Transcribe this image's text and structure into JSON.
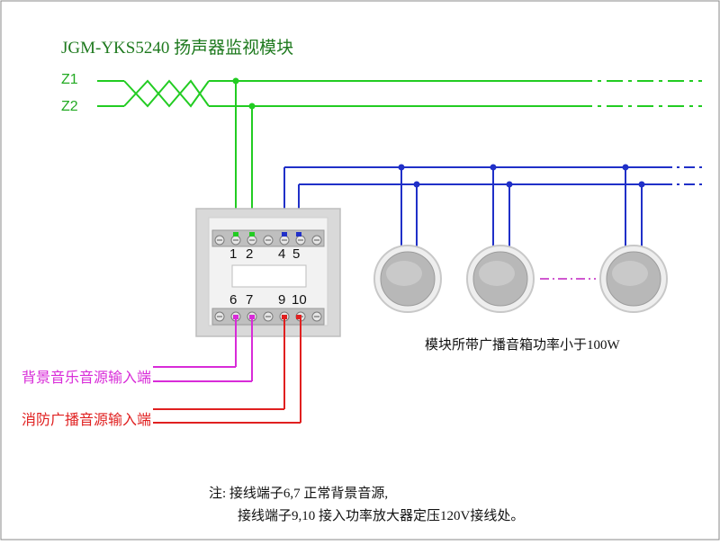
{
  "title": "JGM-YKS5240 扬声器监视模块",
  "zones": {
    "z1": "Z1",
    "z2": "Z2"
  },
  "module": {
    "upper_terminals": [
      "1",
      "2",
      "4",
      "5"
    ],
    "lower_terminals": [
      "6",
      "7",
      "9",
      "10"
    ]
  },
  "speaker_caption": "模块所带广播音箱功率小于100W",
  "inputs": {
    "background_music": "背景音乐音源输入端",
    "fire_broadcast": "消防广播音源输入端"
  },
  "notes": {
    "line1": "注: 接线端子6,7 正常背景音源,",
    "line2": "接线端子9,10 接入功率放大器定压120V接线处。"
  },
  "colors": {
    "zone_bus": "#22cc22",
    "speaker_bus": "#2030c8",
    "background_input": "#d82bd8",
    "fire_input": "#e02020",
    "speaker_chain_dash": "#c020c0"
  }
}
